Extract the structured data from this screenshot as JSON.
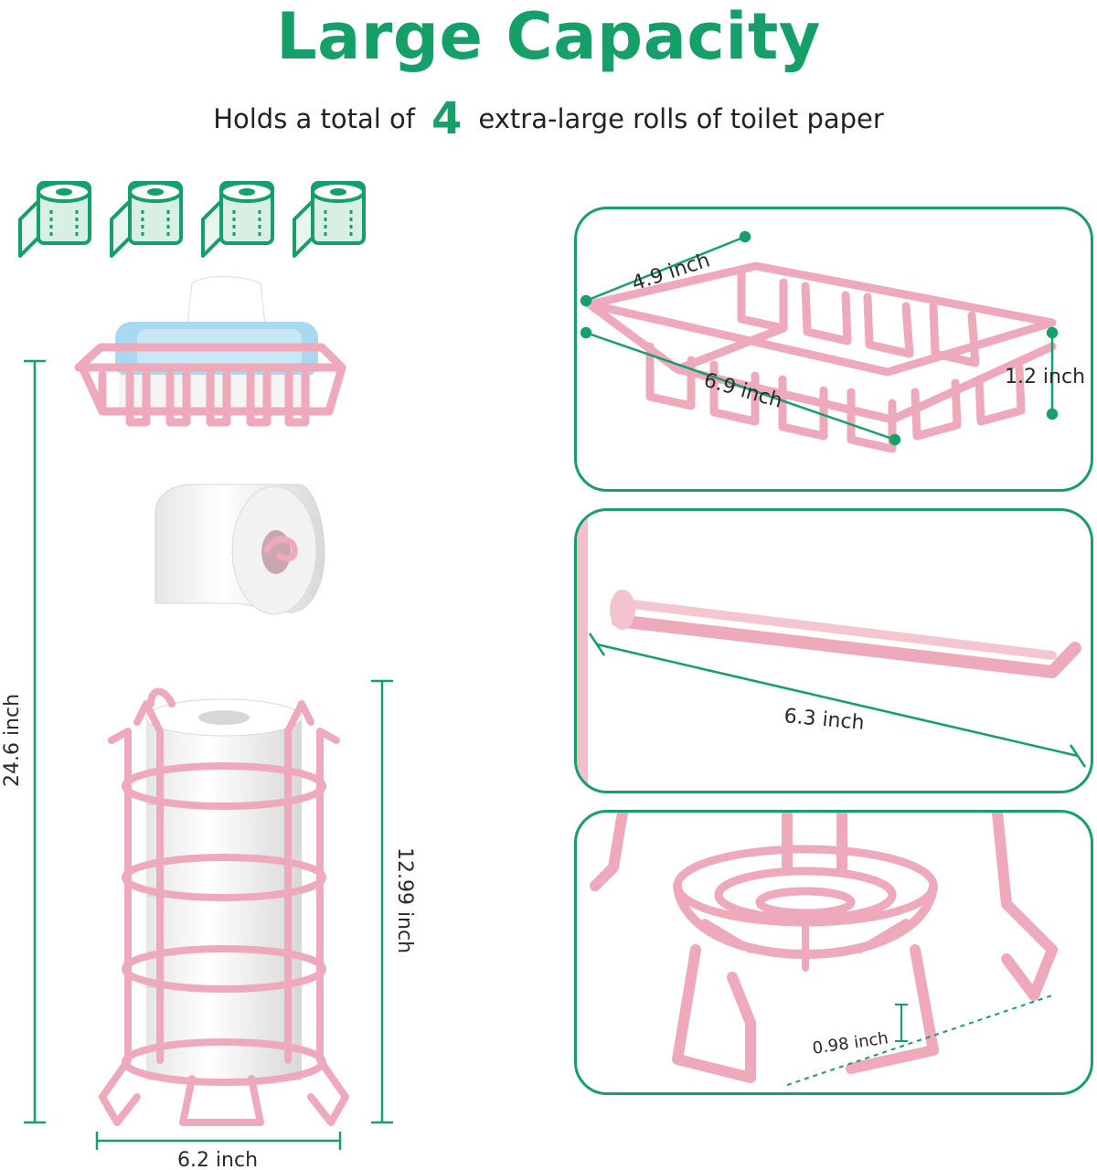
{
  "header": {
    "title": "Large Capacity",
    "subtitle_before": "Holds a total of",
    "subtitle_number": "4",
    "subtitle_after": "extra-large rolls of toilet paper"
  },
  "icons": [
    "toilet-roll-icon",
    "toilet-roll-icon",
    "toilet-roll-icon",
    "toilet-roll-icon"
  ],
  "product_dimensions": {
    "total_height": "24.6 inch",
    "holder_height": "12.99 inch",
    "base_width": "6.2 inch"
  },
  "details": {
    "shelf": {
      "length": "6.9 inch",
      "width": "4.9 inch",
      "height": "1.2 inch"
    },
    "arm": {
      "length": "6.3 inch"
    },
    "base": {
      "clearance": "0.98 inch"
    }
  },
  "colors": {
    "accent_green": "#14a068",
    "product_pink": "#f0b8c4",
    "dimension_line": "#14a068"
  }
}
